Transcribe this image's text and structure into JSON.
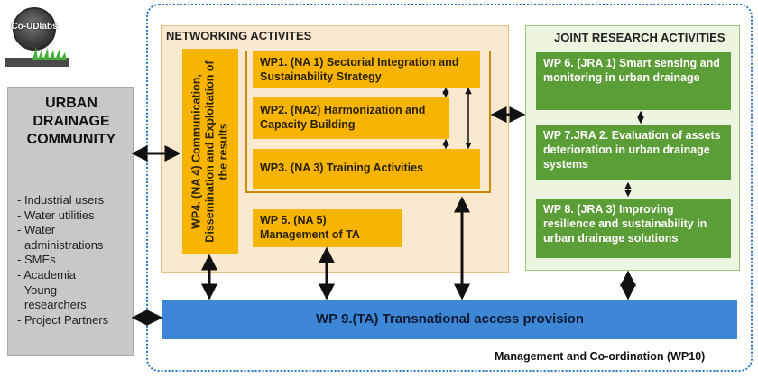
{
  "logo": {
    "text": "Co-UDlabs"
  },
  "community": {
    "title_lines": [
      "URBAN",
      "DRAINAGE",
      "COMMUNITY"
    ],
    "members": [
      "- Industrial users",
      "- Water utilities",
      "- Water",
      "  administrations",
      "- SMEs",
      "- Academia",
      "- Young",
      "  researchers",
      "- Project Partners"
    ]
  },
  "networking": {
    "title": "NETWORKING ACTIVITES",
    "wp4_lines": [
      "WP4. (NA 4) Communication,",
      "Dissemination and Exploitation of",
      "the results"
    ],
    "wp1": "WP1. (NA 1) Sectorial Integration and Sustainability Strategy",
    "wp2": "WP2. (NA2) Harmonization and Capacity Building",
    "wp3": "WP3. (NA 3) Training Activities",
    "wp5": "WP 5. (NA 5) Management of TA"
  },
  "jra": {
    "title": "JOINT RESEARCH ACTIVITIES",
    "wp6": "WP 6. (JRA 1)  Smart sensing and monitoring in urban drainage",
    "wp7": "WP 7.JRA 2. Evaluation of assets deterioration in urban drainage systems",
    "wp8": "WP 8. (JRA 3) Improving resilience and sustainability in urban drainage solutions"
  },
  "wp9": "WP 9.(TA) Transnational access provision",
  "management": "Management and Co-ordination (WP10)",
  "colors": {
    "networking_box": "#f7b400",
    "jra_box": "#5b9e38",
    "wp9_bar": "#3e86d6",
    "frame": "#2a74c4",
    "community_panel": "#c8c8c8"
  }
}
